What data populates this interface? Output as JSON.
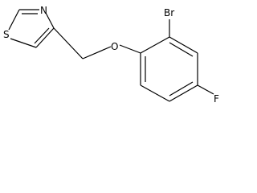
{
  "molecule": {
    "atoms": {
      "sulfur": "S",
      "nitrogen": "N",
      "oxygen": "O",
      "bromine": "Br",
      "fluorine": "F"
    },
    "colors": {
      "bond": "#000000",
      "label": "#000000",
      "background": "#ffffff"
    }
  }
}
